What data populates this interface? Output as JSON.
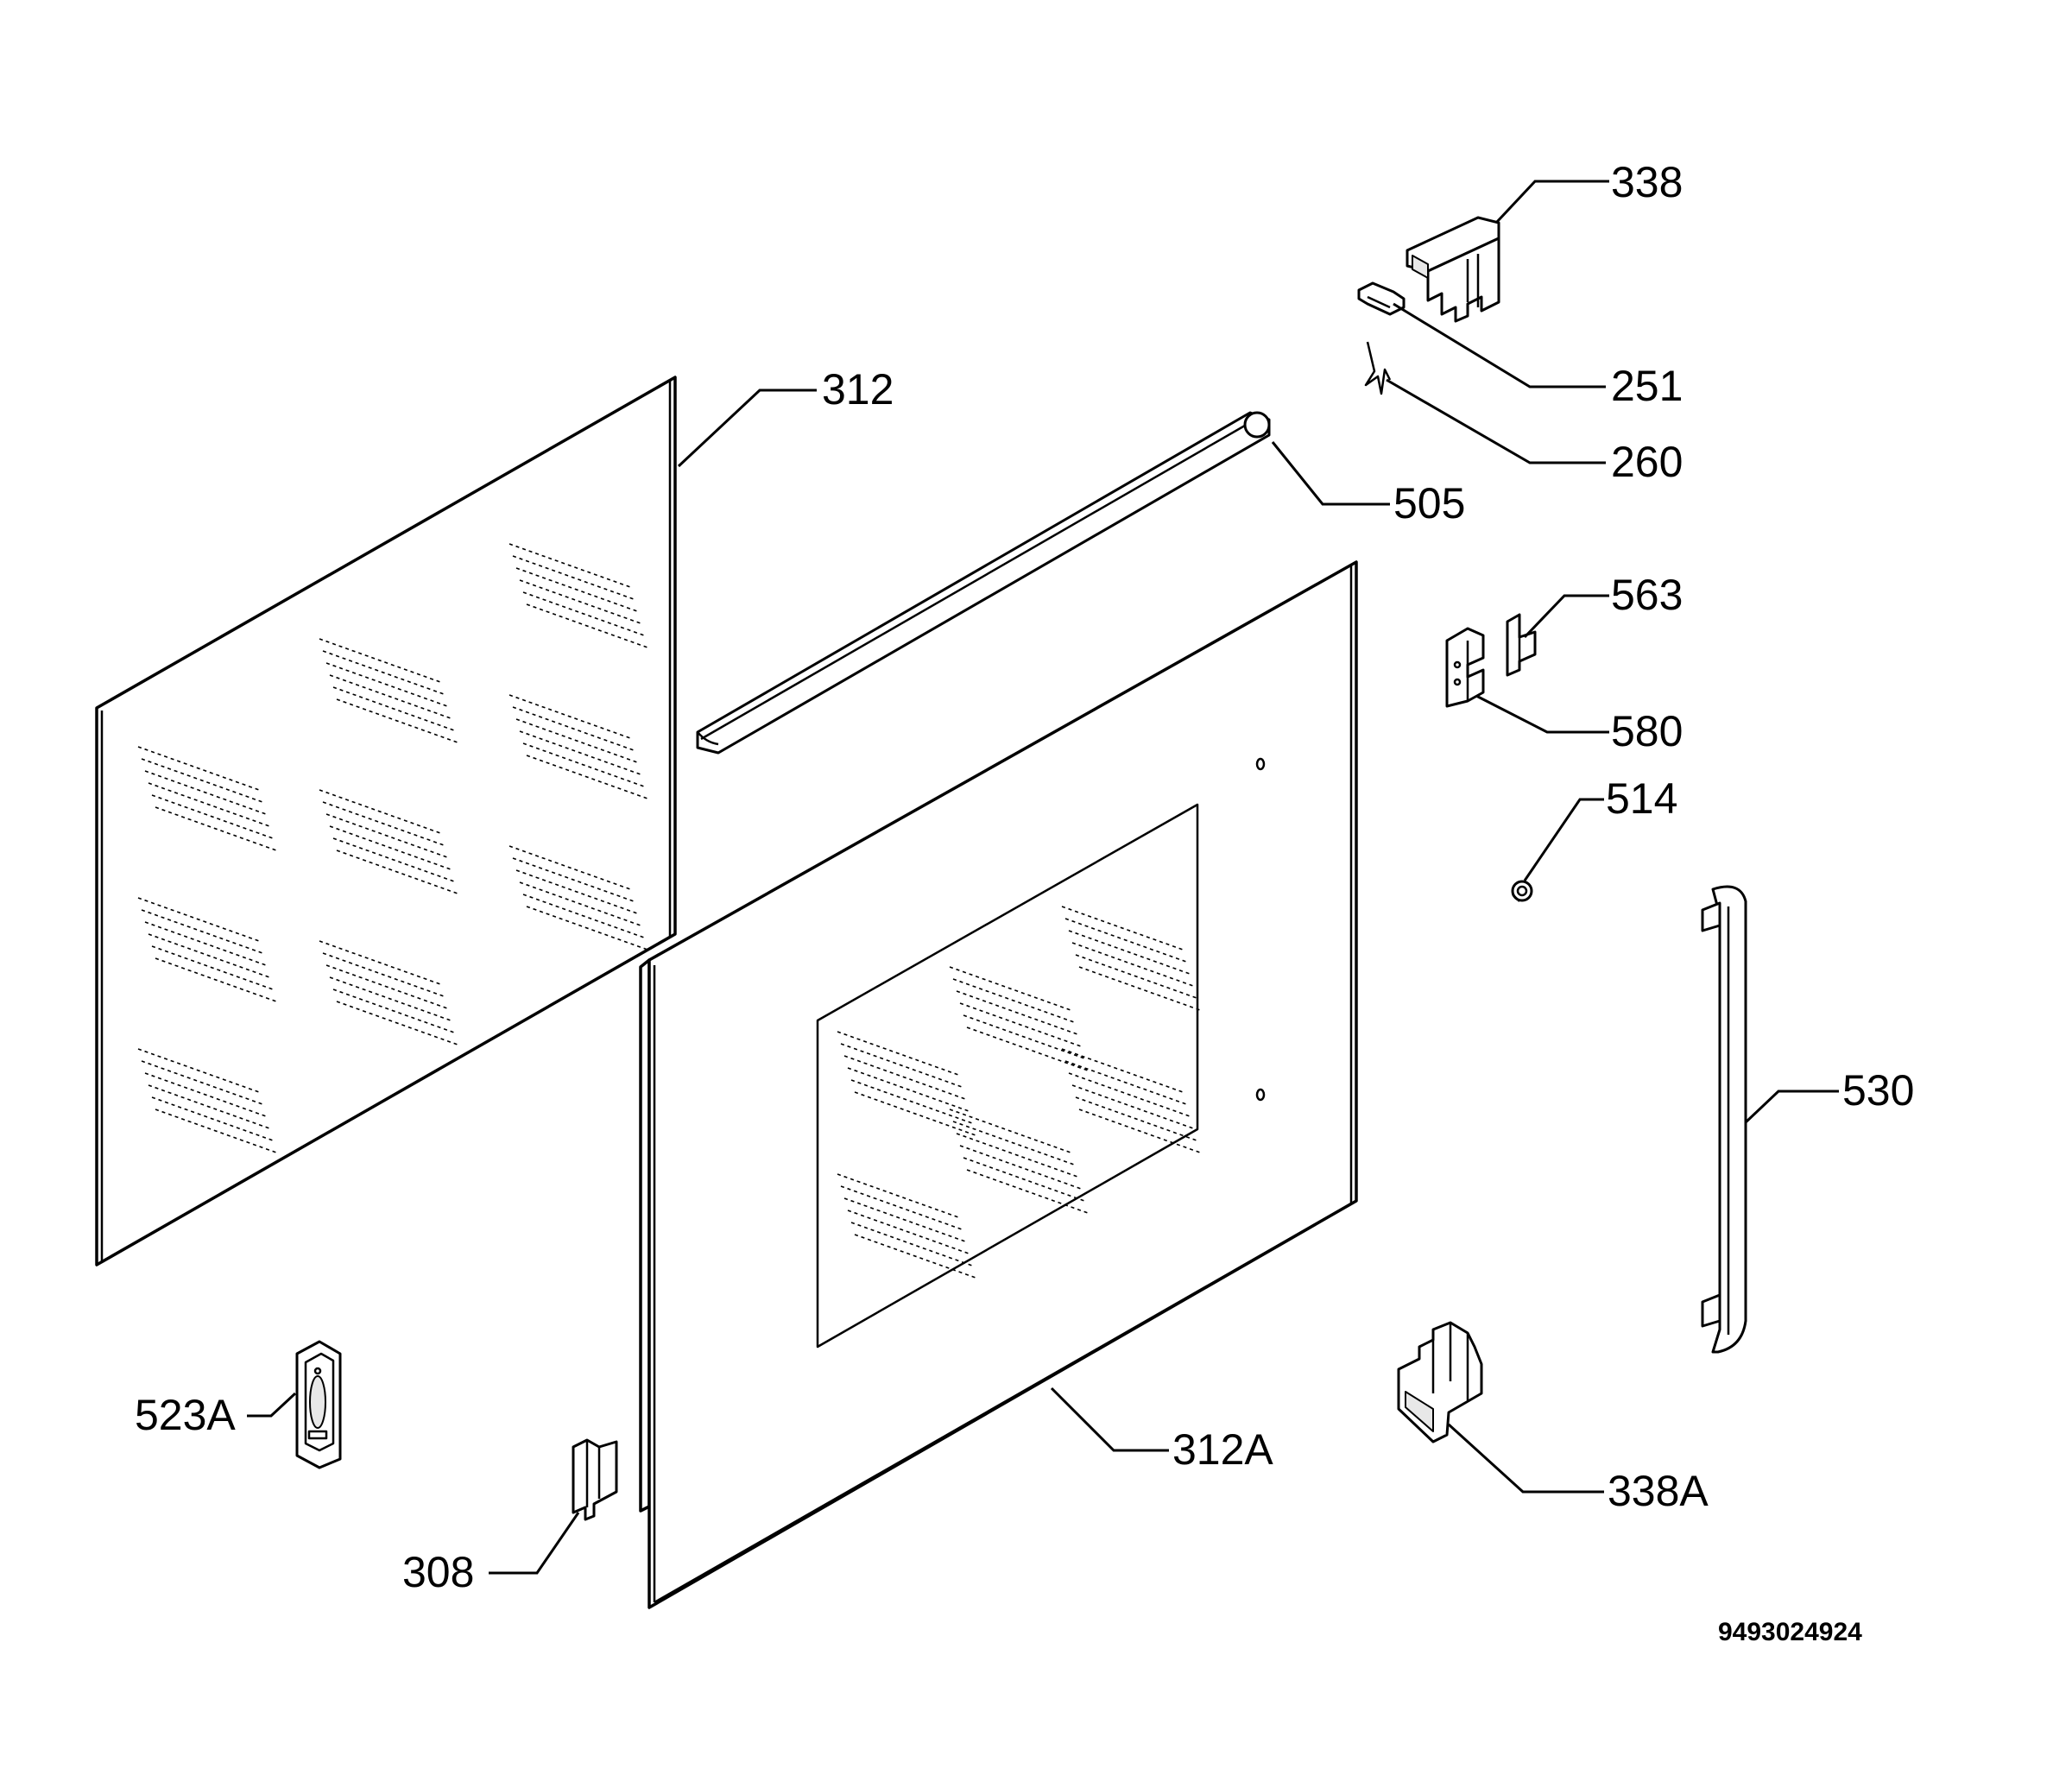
{
  "diagram": {
    "doc_number": "9493024924",
    "labels": [
      {
        "id": "338",
        "text": "338"
      },
      {
        "id": "251",
        "text": "251"
      },
      {
        "id": "260",
        "text": "260"
      },
      {
        "id": "312",
        "text": "312"
      },
      {
        "id": "505",
        "text": "505"
      },
      {
        "id": "563",
        "text": "563"
      },
      {
        "id": "580",
        "text": "580"
      },
      {
        "id": "514",
        "text": "514"
      },
      {
        "id": "530",
        "text": "530"
      },
      {
        "id": "523A",
        "text": "523A"
      },
      {
        "id": "312A",
        "text": "312A"
      },
      {
        "id": "338A",
        "text": "338A"
      },
      {
        "id": "308",
        "text": "308"
      }
    ]
  }
}
